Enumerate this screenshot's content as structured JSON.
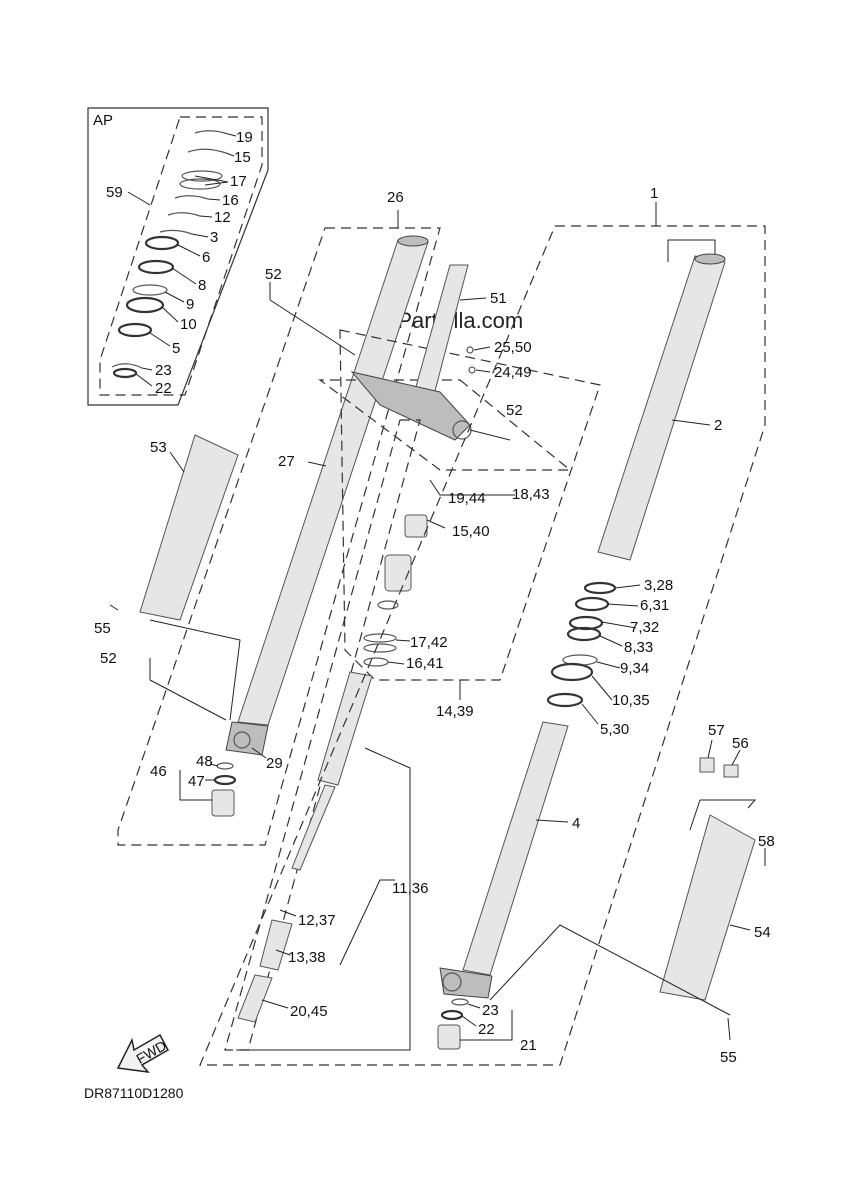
{
  "watermark": "© Partzilla.com",
  "diagram_code": "DR87110D1280",
  "fwd_label": "FWD",
  "ap_label": "AP",
  "callouts": {
    "c1": "1",
    "c2": "2",
    "c4": "4",
    "c26": "26",
    "c27": "27",
    "c29": "29",
    "c51": "51",
    "c52a": "52",
    "c52b": "52",
    "c52c": "52",
    "c53": "53",
    "c54": "54",
    "c55a": "55",
    "c55b": "55",
    "c56": "56",
    "c57": "57",
    "c58": "58",
    "c59": "59",
    "c46": "46",
    "c47": "47",
    "c48": "48",
    "c21": "21",
    "c22": "22",
    "c23": "23",
    "c3_28": "3,28",
    "c6_31": "6,31",
    "c7_32": "7,32",
    "c8_33": "8,33",
    "c9_34": "9,34",
    "c10_35": "10,35",
    "c5_30": "5,30",
    "c25_50": "25,50",
    "c24_49": "24,49",
    "c19_44": "19,44",
    "c18_43": "18,43",
    "c15_40": "15,40",
    "c17_42": "17,42",
    "c16_41": "16,41",
    "c14_39": "14,39",
    "c11_36": "11,36",
    "c12_37": "12,37",
    "c13_38": "13,38",
    "c20_45": "20,45",
    "ap19": "19",
    "ap15": "15",
    "ap17": "17",
    "ap16": "16",
    "ap12": "12",
    "ap3": "3",
    "ap6": "6",
    "ap8": "8",
    "ap9": "9",
    "ap10": "10",
    "ap5": "5",
    "ap23": "23",
    "ap22": "22"
  }
}
